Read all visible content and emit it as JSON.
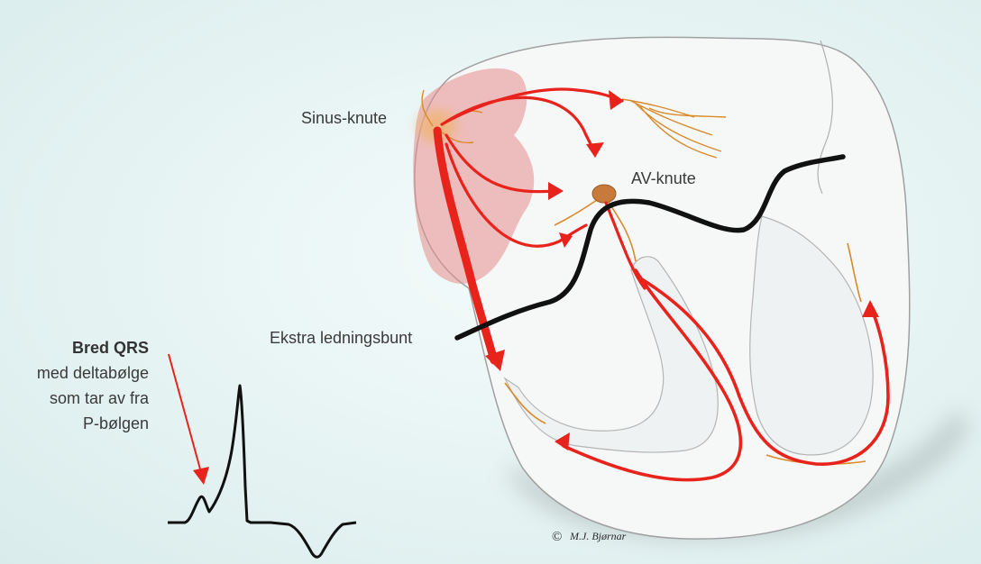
{
  "labels": {
    "sinus_node": "Sinus-knute",
    "av_node": "AV-knute",
    "accessory_pathway": "Ekstra ledningsbunt"
  },
  "ecg_caption": {
    "title": "Bred QRS",
    "lines": [
      "med deltabølge",
      "som tar av fra",
      "P-bølgen"
    ]
  },
  "copyright": {
    "symbol": "©",
    "signature": "M.J. Bjørnar"
  },
  "colors": {
    "conduction": "#e8231b",
    "fibers": "#d98a2a",
    "accessory_pathway": "#111111",
    "atrium_highlight": "#e68d8d",
    "heart_outline": "#9a9a9a",
    "background": "#e6f3f3"
  }
}
